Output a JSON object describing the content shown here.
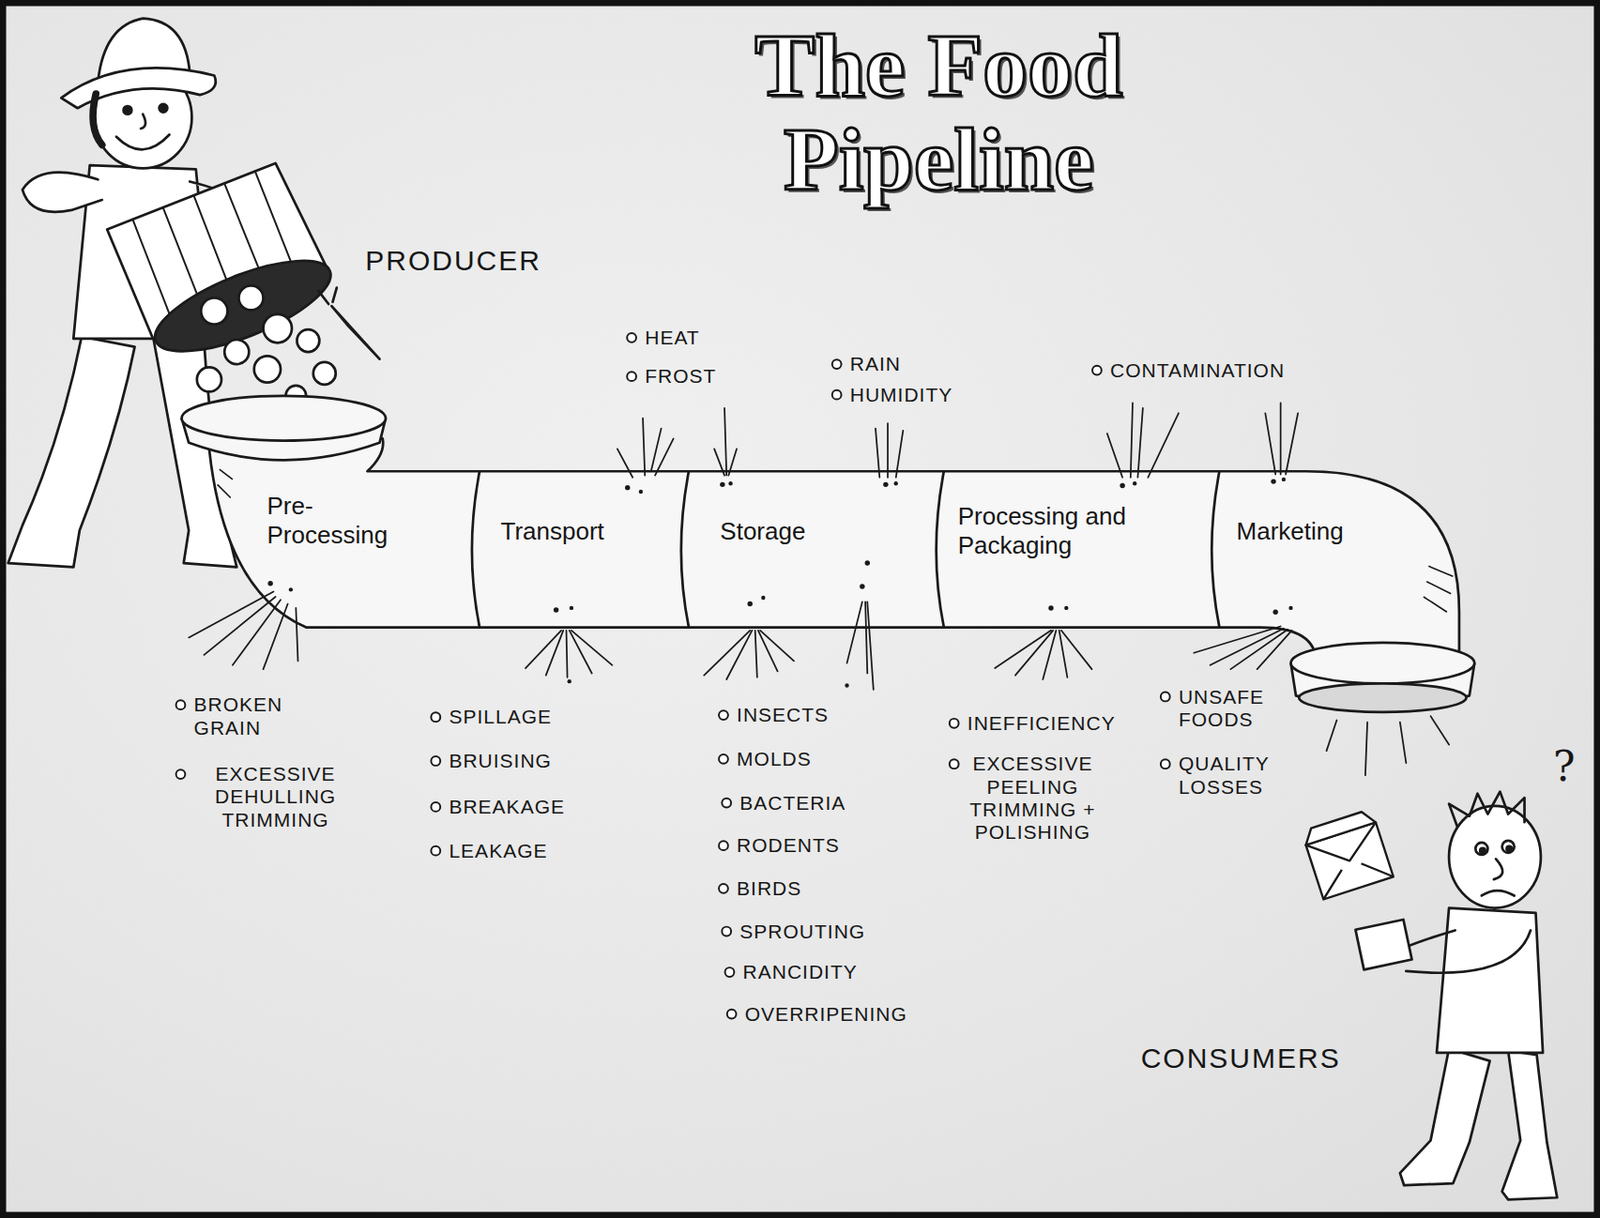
{
  "diagram": {
    "title": "The Food Pipeline",
    "nodes": [
      {
        "text": [
          "Pre-Processing"
        ]
      },
      {
        "text": [
          "Transport"
        ]
      },
      {
        "text": [
          "Storage"
        ]
      },
      {
        "text": [
          "Processing and Packaging"
        ]
      },
      {
        "text": [
          "Marketing"
        ]
      }
    ],
    "labels": [
      "PRODUCER",
      "HEAT",
      "FROST",
      "RAIN",
      "HUMIDITY",
      "CONTAMINATION",
      "BROKEN GRAIN",
      "EXCESSIVE DEHULLING TRIMMING",
      "SPILLAGE",
      "BRUISING",
      "BREAKAGE",
      "LEAKAGE",
      "INSECTS",
      "MOLDS",
      "BACTERIA",
      "RODENTS",
      "BIRDS",
      "SPROUTING",
      "RANCIDITY",
      "OVERRIPENING",
      "INEFFICIENCY",
      "EXCESSIVE PEELING TRIMMING + POLISHING",
      "UNSAFE FOODS",
      "QUALITY LOSSES",
      "?",
      "CONSUMERS"
    ]
  }
}
